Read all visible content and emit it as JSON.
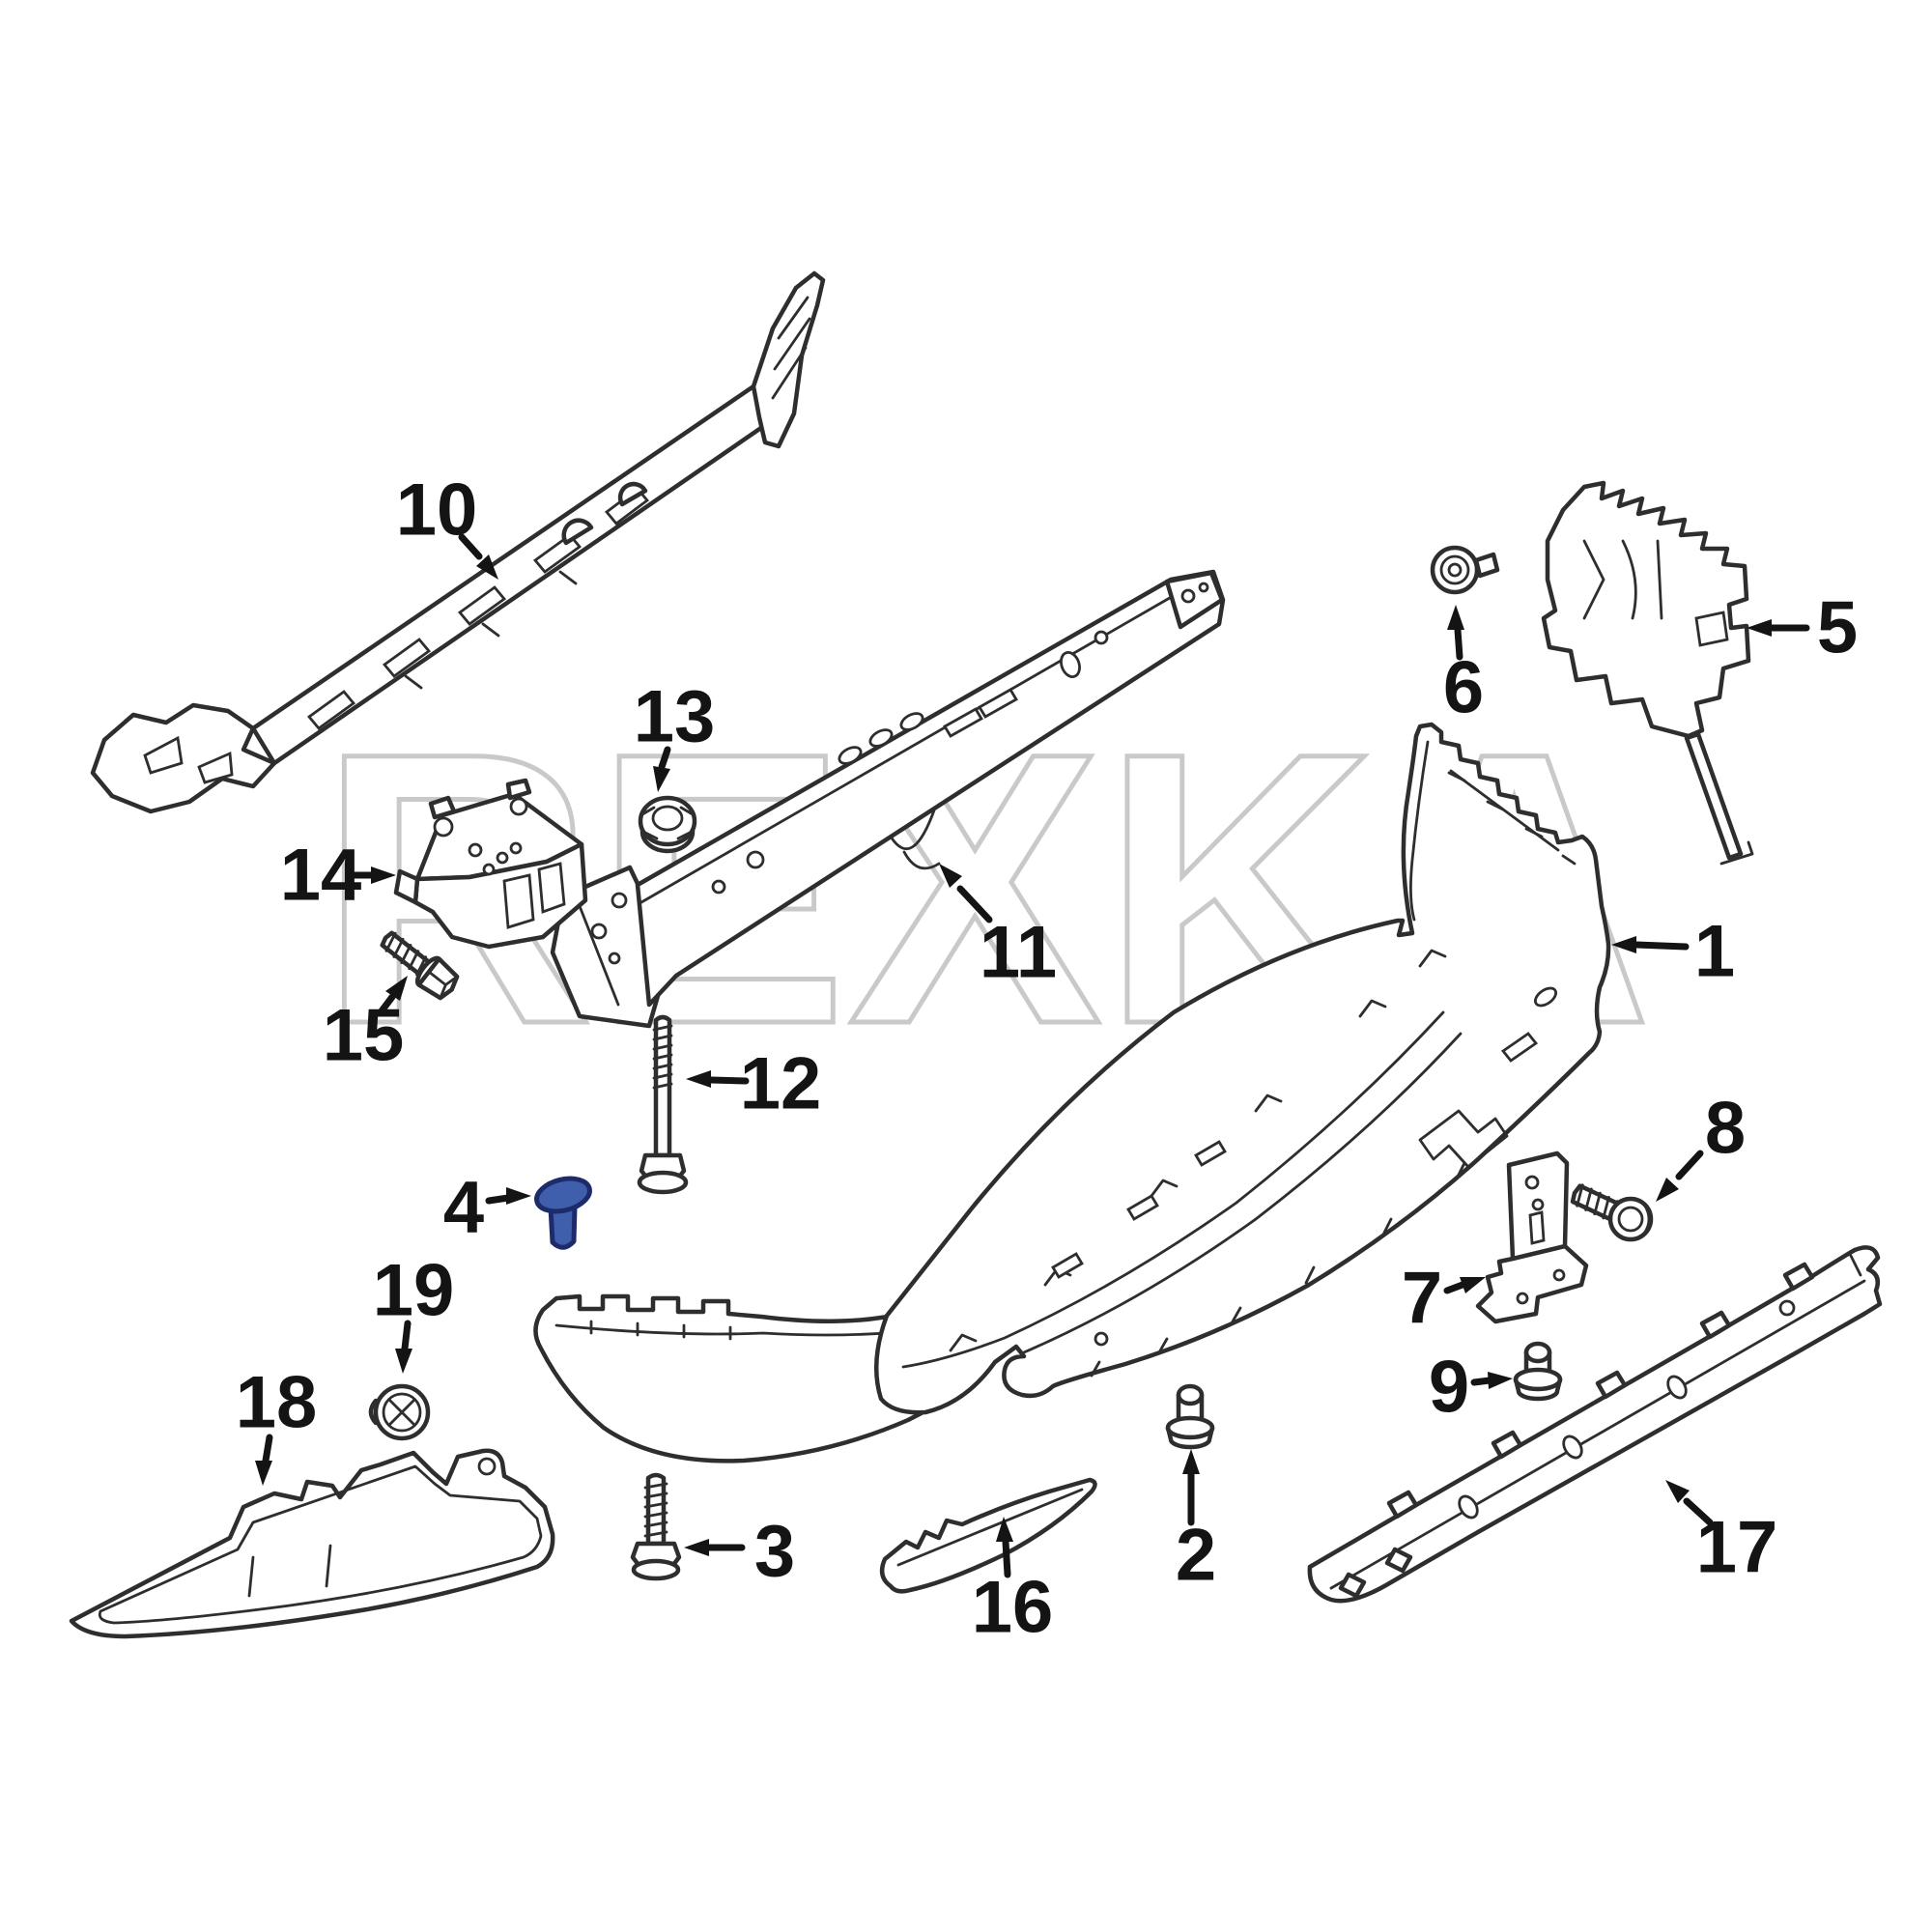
{
  "watermark": {
    "text": "REXKA"
  },
  "colors": {
    "line": "#2e2e2e",
    "label": "#141414",
    "watermark": "#c9c9c9",
    "highlight-fill": "#3f5fad",
    "highlight-stroke": "#1d2b6b"
  },
  "callouts": [
    {
      "label": "1"
    },
    {
      "label": "2"
    },
    {
      "label": "3"
    },
    {
      "label": "4"
    },
    {
      "label": "5"
    },
    {
      "label": "6"
    },
    {
      "label": "7"
    },
    {
      "label": "8"
    },
    {
      "label": "9"
    },
    {
      "label": "10"
    },
    {
      "label": "11"
    },
    {
      "label": "12"
    },
    {
      "label": "13"
    },
    {
      "label": "14"
    },
    {
      "label": "15"
    },
    {
      "label": "16"
    },
    {
      "label": "17"
    },
    {
      "label": "18"
    },
    {
      "label": "19"
    }
  ]
}
